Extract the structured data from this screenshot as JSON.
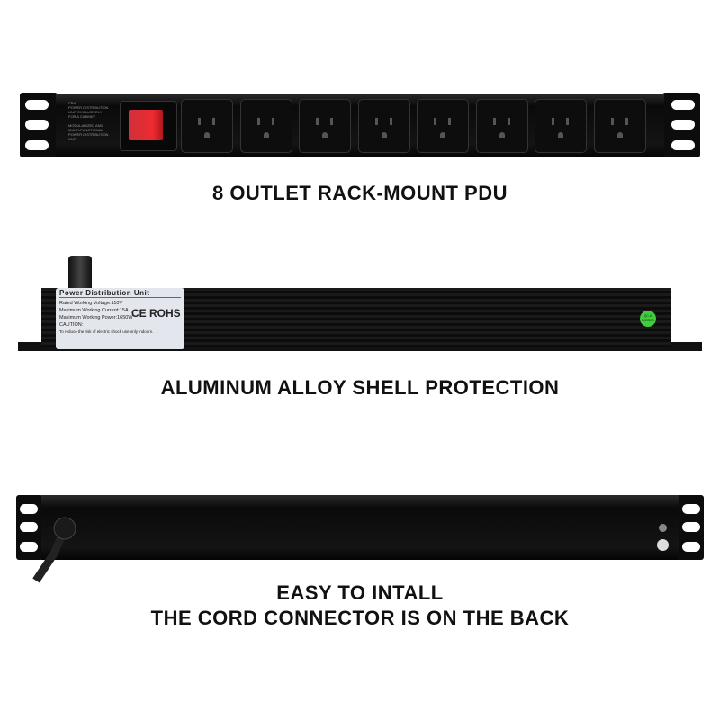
{
  "pdu_front": {
    "panel_text": [
      "PDU",
      "POWER DISTRIBUTION",
      "UNIT EXCLUSIVELY",
      "FOR A CABINET",
      "",
      "MODULARIZED AND",
      "MULTI-FUNCTIONAL",
      "POWER DISTRIBUTION",
      "UNIT"
    ],
    "switch_color": "#e0232b",
    "outlet_count": 8
  },
  "caption_1": "8 OUTLET RACK-MOUNT PDU",
  "pdu_side": {
    "label_title": "Power Distribution Unit",
    "label_lines": [
      "Rated Working Voltage:110V",
      "Maximum Working Current:15A",
      "Maximum Working Power:1650W",
      "CAUTION:",
      "To reduce the risk of electric shock use only indoors."
    ],
    "certifications": "CE ROHS",
    "qc_sticker": [
      "QC-A",
      "PASSED"
    ],
    "qc_color": "#3fcf3a"
  },
  "caption_2": "ALUMINUM ALLOY SHELL PROTECTION",
  "caption_3": [
    "EASY TO INTALL",
    "THE CORD CONNECTOR IS ON THE BACK"
  ]
}
